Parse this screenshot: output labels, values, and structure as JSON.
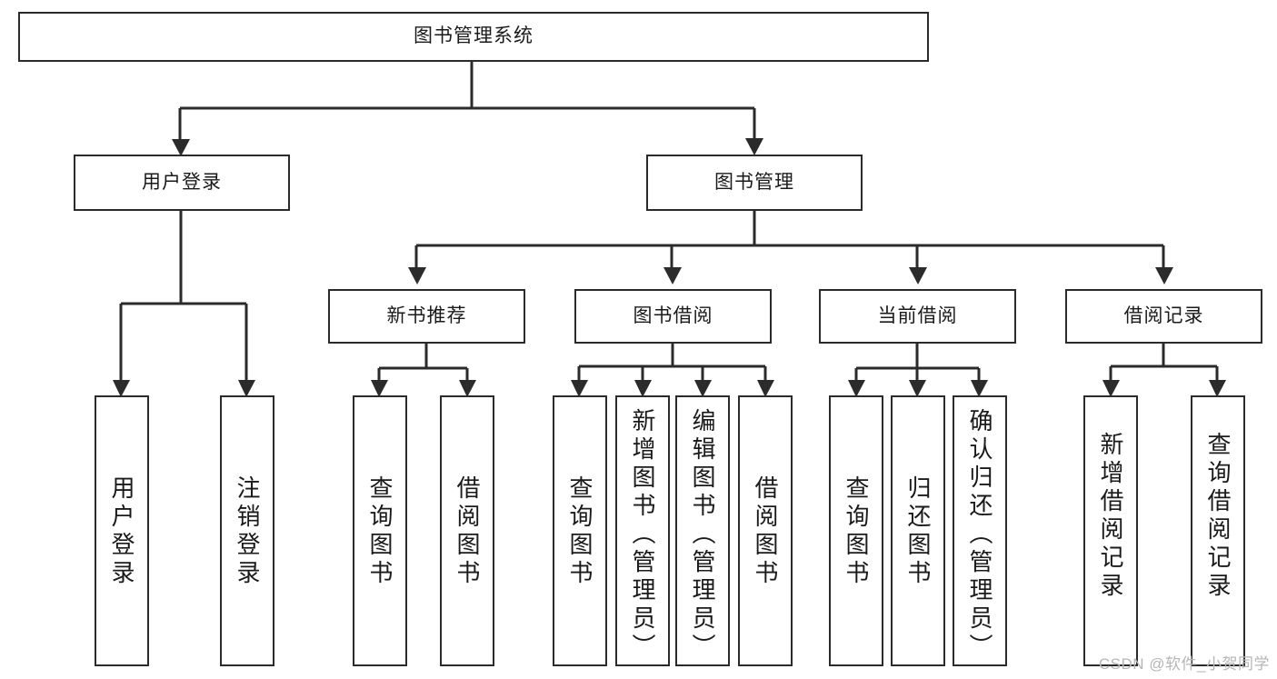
{
  "diagram": {
    "title": "图书管理系统",
    "root": {
      "label": "图书管理系统"
    },
    "level2": [
      {
        "label": "用户登录"
      },
      {
        "label": "图书管理"
      }
    ],
    "level3": [
      {
        "label": "新书推荐"
      },
      {
        "label": "图书借阅"
      },
      {
        "label": "当前借阅"
      },
      {
        "label": "借阅记录"
      }
    ],
    "leaves": {
      "user_login": [
        {
          "label": "用户登录"
        },
        {
          "label": "注销登录"
        }
      ],
      "new_book": [
        {
          "label": "查询图书"
        },
        {
          "label": "借阅图书"
        }
      ],
      "book_borrow": [
        {
          "label": "查询图书"
        },
        {
          "label": "新增图书（管理员）"
        },
        {
          "label": "编辑图书（管理员）"
        },
        {
          "label": "借阅图书"
        }
      ],
      "current_borrow": [
        {
          "label": "查询图书"
        },
        {
          "label": "归还图书"
        },
        {
          "label": "确认归还（管理员）"
        }
      ],
      "borrow_record": [
        {
          "label": "新增借阅记录"
        },
        {
          "label": "查询借阅记录"
        }
      ]
    }
  },
  "watermark": {
    "text": "CSDN @软件_小贺同学"
  },
  "colors": {
    "stroke": "#2b2b2b",
    "background": "#ffffff",
    "text": "#1a1a1a",
    "watermark": "#b6b6b6"
  }
}
